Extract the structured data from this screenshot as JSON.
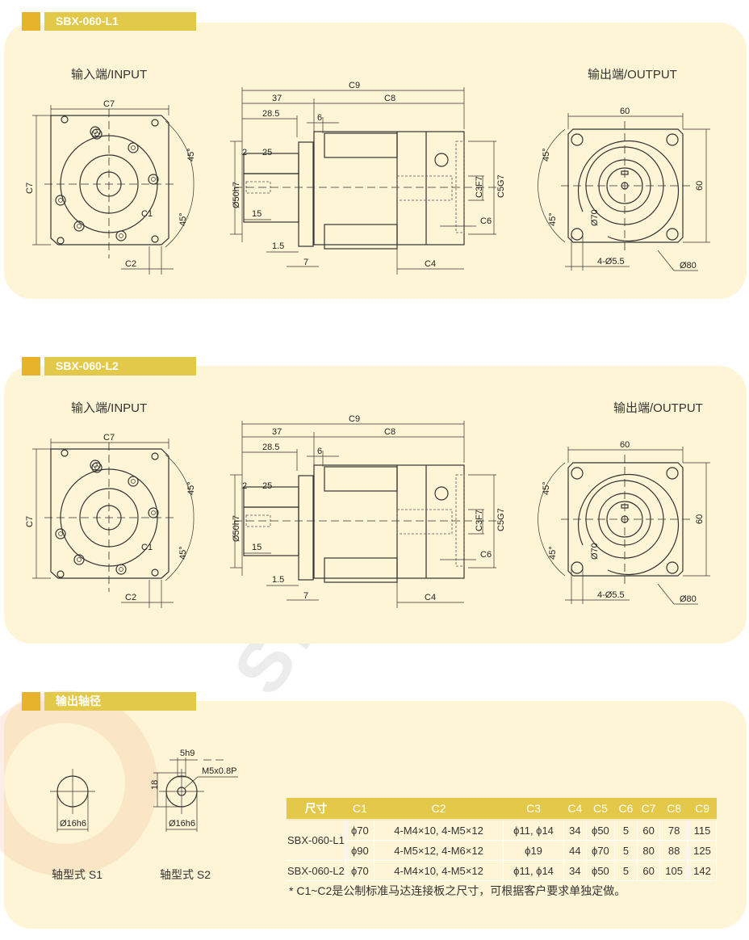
{
  "sections": [
    {
      "title": "SBX-060-L1",
      "input_title": "输入端/INPUT",
      "output_title": "输出端/OUTPUT",
      "input_dims": {
        "c7_top": "C7",
        "c7_left": "C7",
        "angle1": "45°",
        "angle2": "45°",
        "c1": "C1",
        "c2": "C2"
      },
      "side_dims": {
        "c9": "C9",
        "d37": "37",
        "c8": "C8",
        "d28_5": "28.5",
        "d6": "6",
        "d2": "2",
        "d25": "25",
        "d50": "Ø50h7",
        "d15": "15",
        "d1_5": "1.5",
        "d7": "7",
        "c4": "C4",
        "c3": "C3F7",
        "c5": "C5G7",
        "c6": "C6"
      },
      "output_dims": {
        "w60": "60",
        "h60": "60",
        "angle1": "45°",
        "angle2": "45°",
        "d70": "Ø70",
        "holes": "4-Ø5.5",
        "d80": "Ø80"
      }
    },
    {
      "title": "SBX-060-L2",
      "input_title": "输入端/INPUT",
      "output_title": "输出端/OUTPUT",
      "input_dims": {
        "c7_top": "C7",
        "c7_left": "C7",
        "angle1": "45°",
        "angle2": "45°",
        "c1": "C1",
        "c2": "C2"
      },
      "side_dims": {
        "c9": "C9",
        "d37": "37",
        "c8": "C8",
        "d28_5": "28.5",
        "d6": "6",
        "d2": "2",
        "d25": "25",
        "d50": "Ø50h7",
        "d15": "15",
        "d1_5": "1.5",
        "d7": "7",
        "c4": "C4",
        "c3": "C3F7",
        "c5": "C5G7",
        "c6": "C6"
      },
      "output_dims": {
        "w60": "60",
        "h60": "60",
        "angle1": "45°",
        "angle2": "45°",
        "d70": "Ø70",
        "holes": "4-Ø5.5",
        "d80": "Ø80"
      }
    }
  ],
  "shaft": {
    "title": "输出轴径",
    "s1": {
      "label": "轴型式 S1",
      "dia": "Ø16h6"
    },
    "s2": {
      "label": "轴型式 S2",
      "dia": "Ø16h6",
      "key": "5h9",
      "height": "18",
      "thread": "M5x0.8P"
    }
  },
  "table": {
    "headers": [
      "尺寸",
      "C1",
      "C2",
      "C3",
      "C4",
      "C5",
      "C6",
      "C7",
      "C8",
      "C9"
    ],
    "rows": [
      {
        "model": "SBX-060-L1",
        "c1": "ϕ70",
        "c2": "4-M4×10, 4-M5×12",
        "c3": "ϕ11, ϕ14",
        "c4": "34",
        "c5": "ϕ50",
        "c6": "5",
        "c7": "60",
        "c8": "78",
        "c9": "115"
      },
      {
        "model": "",
        "c1": "ϕ90",
        "c2": "4-M5×12, 4-M6×12",
        "c3": "ϕ19",
        "c4": "44",
        "c5": "ϕ70",
        "c6": "5",
        "c7": "80",
        "c8": "88",
        "c9": "125"
      },
      {
        "model": "SBX-060-L2",
        "c1": "ϕ70",
        "c2": "4-M4×10, 4-M5×12",
        "c3": "ϕ11, ϕ14",
        "c4": "34",
        "c5": "ϕ50",
        "c6": "5",
        "c7": "60",
        "c8": "105",
        "c9": "142"
      }
    ],
    "note": "* C1~C2是公制标准马达连接板之尺寸，可根据客户要求单独定做。"
  },
  "colors": {
    "panel": "#fdf5d6",
    "tab_square": "#e8b22a",
    "tab_bar": "#e3c94a"
  }
}
